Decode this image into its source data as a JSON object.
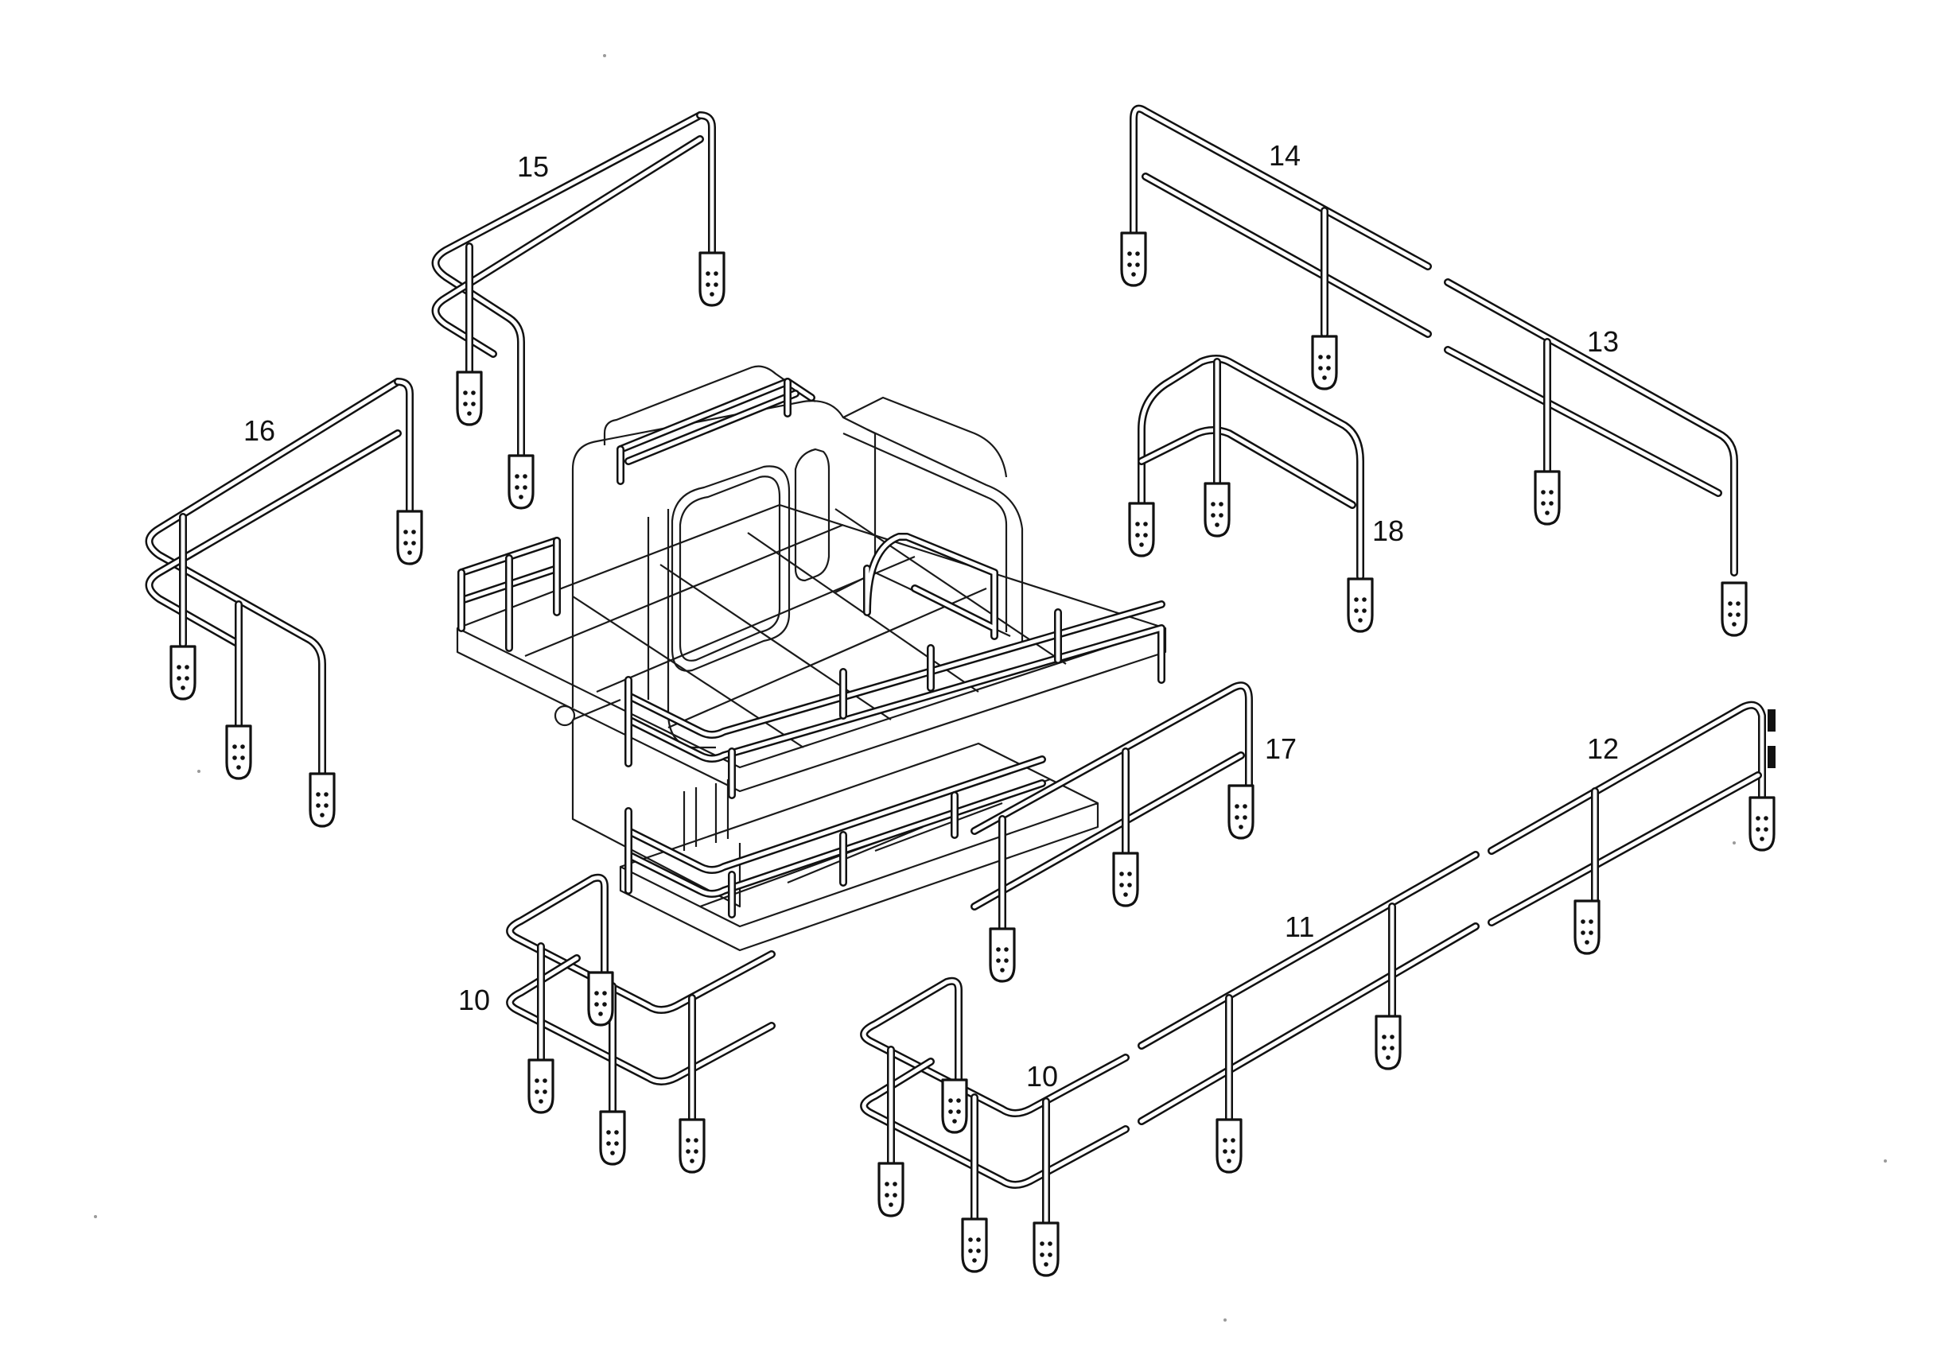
{
  "callouts": {
    "c10a": "10",
    "c10b": "10",
    "c11": "11",
    "c12": "12",
    "c13": "13",
    "c14": "14",
    "c15": "15",
    "c16": "16",
    "c17": "17",
    "c18": "18"
  },
  "colors": {
    "line": "#111111",
    "background": "#ffffff"
  }
}
